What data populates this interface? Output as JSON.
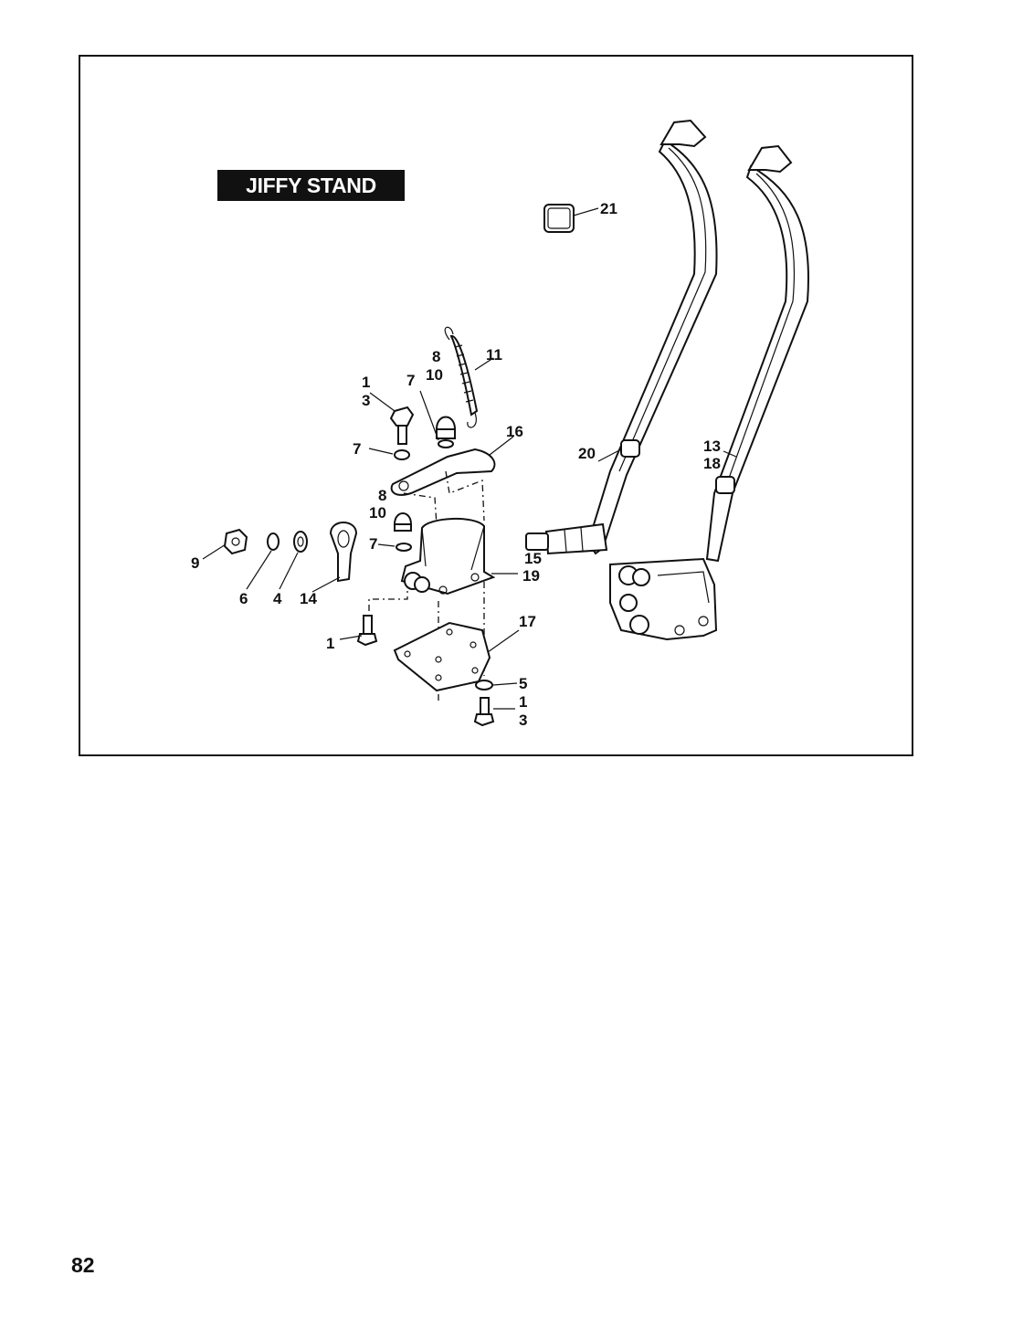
{
  "diagram": {
    "title": "JIFFY STAND",
    "callouts": [
      {
        "id": "c21",
        "text": "21"
      },
      {
        "id": "c8a",
        "text": "8"
      },
      {
        "id": "c11",
        "text": "11"
      },
      {
        "id": "c10a",
        "text": "10"
      },
      {
        "id": "c1a",
        "text": "1"
      },
      {
        "id": "c3a",
        "text": "3"
      },
      {
        "id": "c7a",
        "text": "7"
      },
      {
        "id": "c7b",
        "text": "7"
      },
      {
        "id": "c16",
        "text": "16"
      },
      {
        "id": "c20",
        "text": "20"
      },
      {
        "id": "c13",
        "text": "13"
      },
      {
        "id": "c18",
        "text": "18"
      },
      {
        "id": "c8b",
        "text": "8"
      },
      {
        "id": "c10b",
        "text": "10"
      },
      {
        "id": "c7c",
        "text": "7"
      },
      {
        "id": "c9",
        "text": "9"
      },
      {
        "id": "c6",
        "text": "6"
      },
      {
        "id": "c4",
        "text": "4"
      },
      {
        "id": "c14",
        "text": "14"
      },
      {
        "id": "c15",
        "text": "15"
      },
      {
        "id": "c19",
        "text": "19"
      },
      {
        "id": "c1b",
        "text": "1"
      },
      {
        "id": "c17",
        "text": "17"
      },
      {
        "id": "c5",
        "text": "5"
      },
      {
        "id": "c1c",
        "text": "1"
      },
      {
        "id": "c3b",
        "text": "3"
      }
    ]
  },
  "page": {
    "number": "82"
  }
}
